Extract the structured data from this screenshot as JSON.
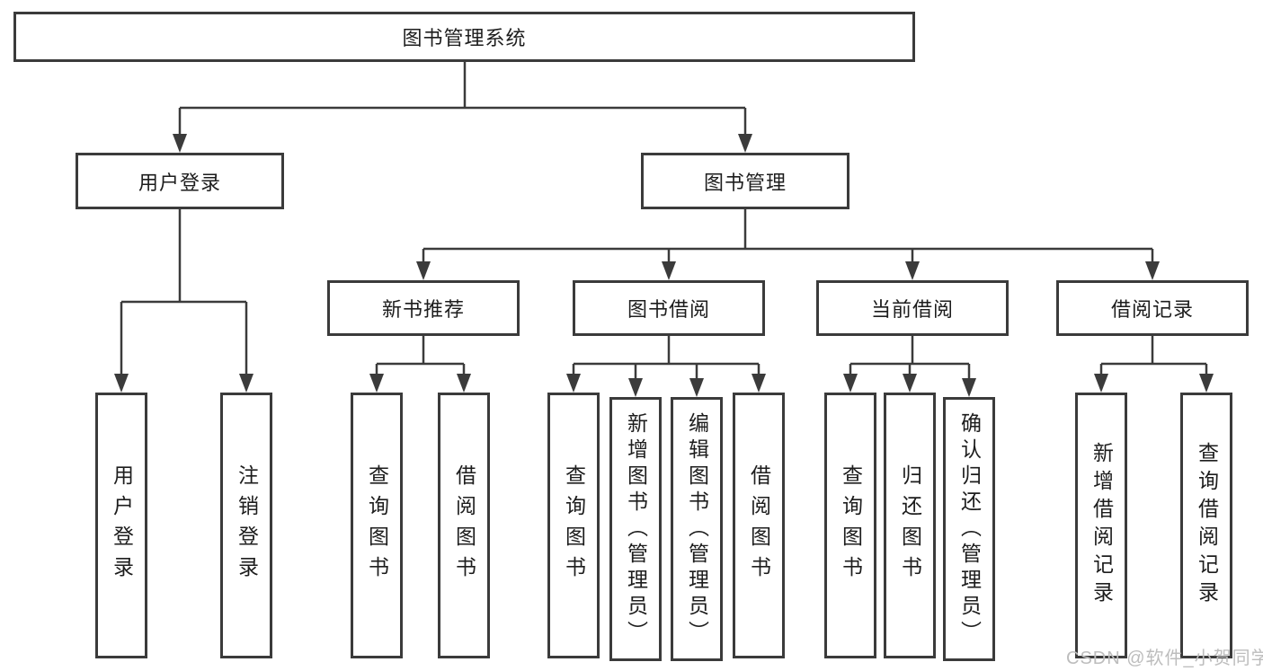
{
  "root": {
    "label": "图书管理系统"
  },
  "branches": [
    {
      "label": "用户登录",
      "children": [
        {
          "label": "用户登录"
        },
        {
          "label": "注销登录"
        }
      ]
    },
    {
      "label": "图书管理",
      "children": [
        {
          "label": "新书推荐",
          "children": [
            {
              "label": "查询图书"
            },
            {
              "label": "借阅图书"
            }
          ]
        },
        {
          "label": "图书借阅",
          "children": [
            {
              "label": "查询图书"
            },
            {
              "label": "新增图书（管理员）"
            },
            {
              "label": "编辑图书（管理员）"
            },
            {
              "label": "借阅图书"
            }
          ]
        },
        {
          "label": "当前借阅",
          "children": [
            {
              "label": "查询图书"
            },
            {
              "label": "归还图书"
            },
            {
              "label": "确认归还（管理员）"
            }
          ]
        },
        {
          "label": "借阅记录",
          "children": [
            {
              "label": "新增借阅记录"
            },
            {
              "label": "查询借阅记录"
            }
          ]
        }
      ]
    }
  ],
  "watermark": {
    "text": "CSDN @软件_小贺同学"
  },
  "colors": {
    "line": "#3b3b3b",
    "box_border": "#3b3b3b",
    "box_bg": "#ffffff",
    "text": "#1d1d1d",
    "watermark": "#bdbdbd"
  }
}
